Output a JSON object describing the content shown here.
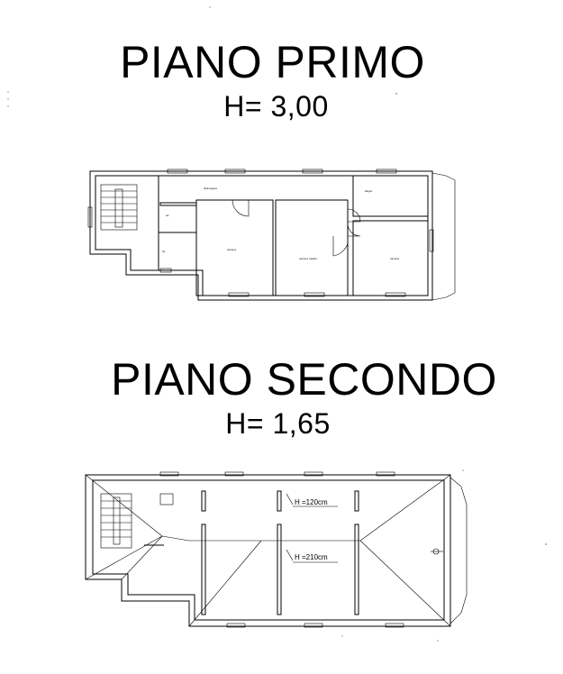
{
  "plans": {
    "first": {
      "title": "PIANO PRIMO",
      "height": "H= 3,00"
    },
    "second": {
      "title": "PIANO SECONDO",
      "height": "H= 1,65",
      "annotations": {
        "h120": "H =120cm",
        "h210": "H =210cm"
      }
    }
  }
}
